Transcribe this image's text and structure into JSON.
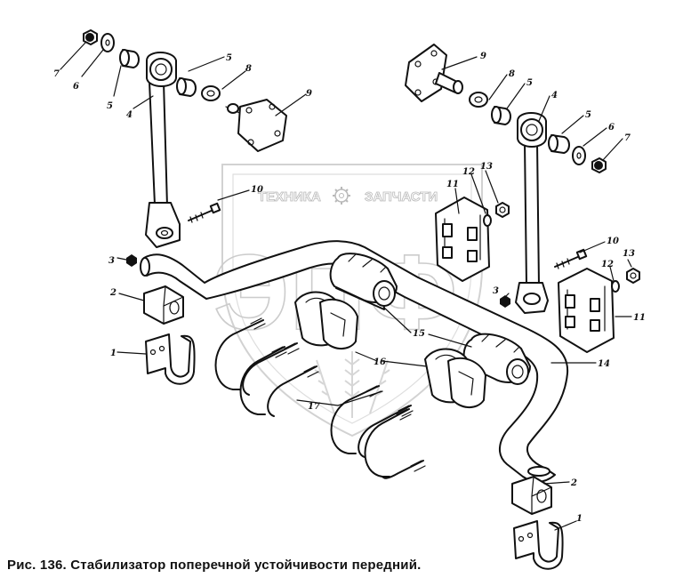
{
  "caption": "Рис. 136. Стабилизатор поперечной устойчивости передний.",
  "watermark": {
    "left_text": "ТЕХНИКА",
    "right_text": "ЗАПЧАСТИ",
    "logo_letters": "ЭПФ"
  },
  "callouts": [
    "1",
    "1",
    "2",
    "2",
    "3",
    "3",
    "4",
    "4",
    "5",
    "5",
    "5",
    "5",
    "6",
    "6",
    "7",
    "7",
    "8",
    "8",
    "9",
    "9",
    "10",
    "10",
    "11",
    "11",
    "12",
    "12",
    "13",
    "13",
    "14",
    "15",
    "16",
    "17"
  ]
}
